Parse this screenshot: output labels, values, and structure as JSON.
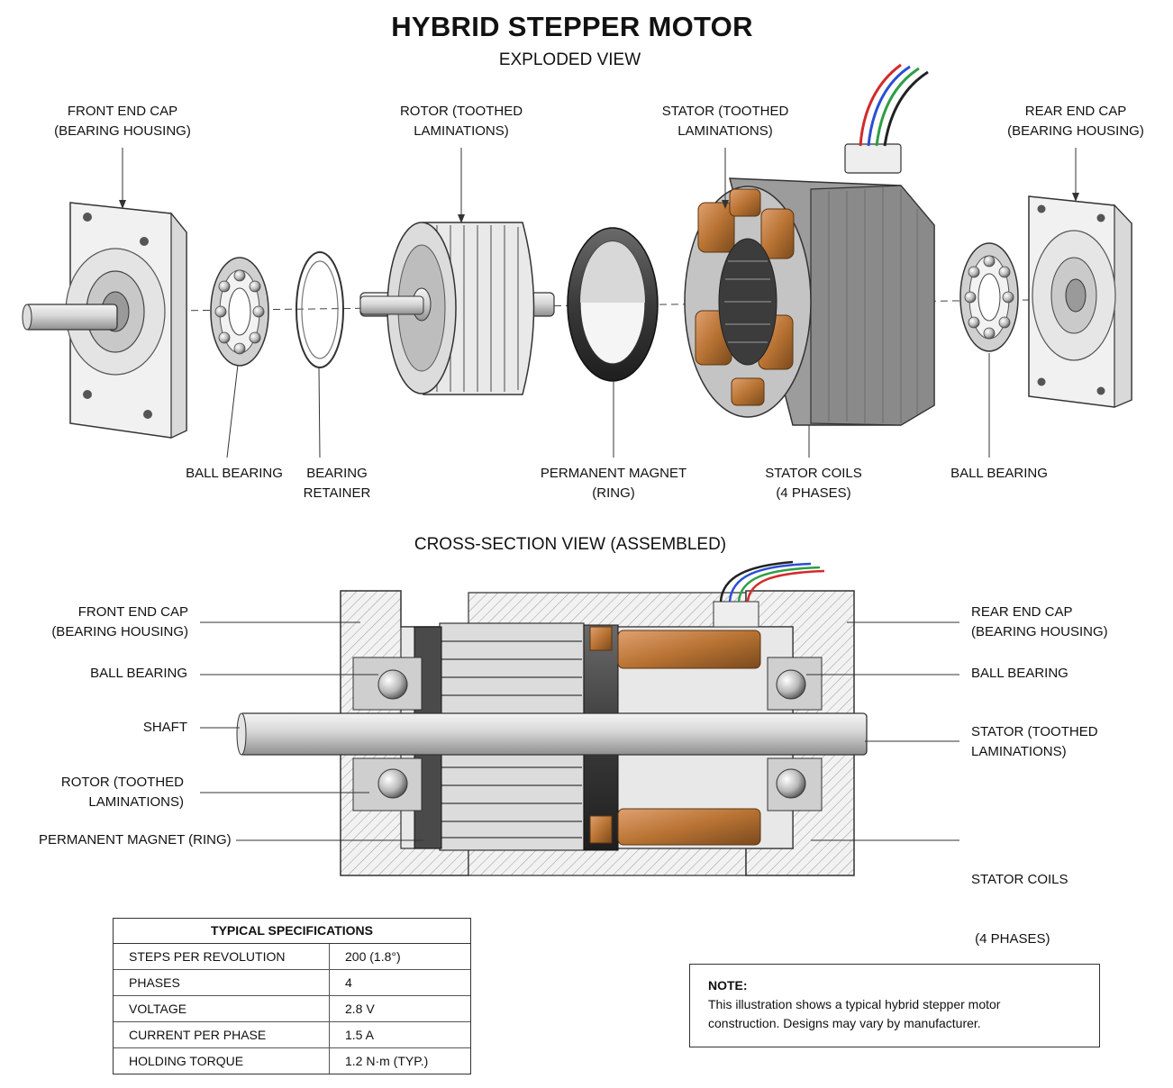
{
  "header": {
    "title": "HYBRID STEPPER MOTOR",
    "subtitle": "EXPLODED VIEW"
  },
  "exploded_labels": {
    "front_end_cap": [
      "FRONT END CAP",
      "(BEARING HOUSING)"
    ],
    "rotor": [
      "ROTOR (TOOTHED",
      "LAMINATIONS)"
    ],
    "stator": [
      "STATOR (TOOTHED",
      "LAMINATIONS)"
    ],
    "rear_end_cap": [
      "REAR END CAP",
      "(BEARING HOUSING)"
    ],
    "ball_bearing_1": "BALL BEARING",
    "bearing_retainer": [
      "BEARING",
      "RETAINER"
    ],
    "permanent_magnet": [
      "PERMANENT MAGNET",
      "(RING)"
    ],
    "stator_coils": [
      "STATOR COILS",
      "(4 PHASES)"
    ],
    "ball_bearing_2": "BALL BEARING"
  },
  "cross_section": {
    "title": "CROSS-SECTION VIEW (ASSEMBLED)",
    "left_labels": {
      "front_end_cap": [
        "FRONT END CAP",
        "(BEARING HOUSING)"
      ],
      "ball_bearing": "BALL BEARING",
      "shaft": "SHAFT",
      "rotor": [
        "ROTOR (TOOTHED",
        "LAMINATIONS)"
      ],
      "permanent_magnet": "PERMANENT MAGNET (RING)"
    },
    "right_labels": {
      "rear_end_cap": [
        "REAR END CAP",
        "(BEARING HOUSING)"
      ],
      "ball_bearing": "BALL BEARING",
      "stator": [
        "STATOR (TOOTHED",
        "LAMINATIONS)"
      ],
      "stator_coils": [
        "STATOR COILS",
        " (4 PHASES)"
      ]
    }
  },
  "specs": {
    "title": "TYPICAL SPECIFICATIONS",
    "rows": [
      {
        "key": "STEPS PER REVOLUTION",
        "value": "200 (1.8°)"
      },
      {
        "key": "PHASES",
        "value": "4"
      },
      {
        "key": "VOLTAGE",
        "value": "2.8 V"
      },
      {
        "key": "CURRENT PER PHASE",
        "value": "1.5 A"
      },
      {
        "key": "HOLDING TORQUE",
        "value": "1.2 N·m (TYP.)"
      }
    ]
  },
  "note": {
    "heading": "NOTE:",
    "lines": [
      "This illustration shows a typical hybrid stepper motor",
      "construction. Designs may vary by manufacturer."
    ]
  },
  "colors": {
    "copper": "#b87333",
    "wire_red": "#d22b2b",
    "wire_blue": "#2b4fd2",
    "wire_green": "#2f9e44",
    "wire_black": "#222222"
  }
}
